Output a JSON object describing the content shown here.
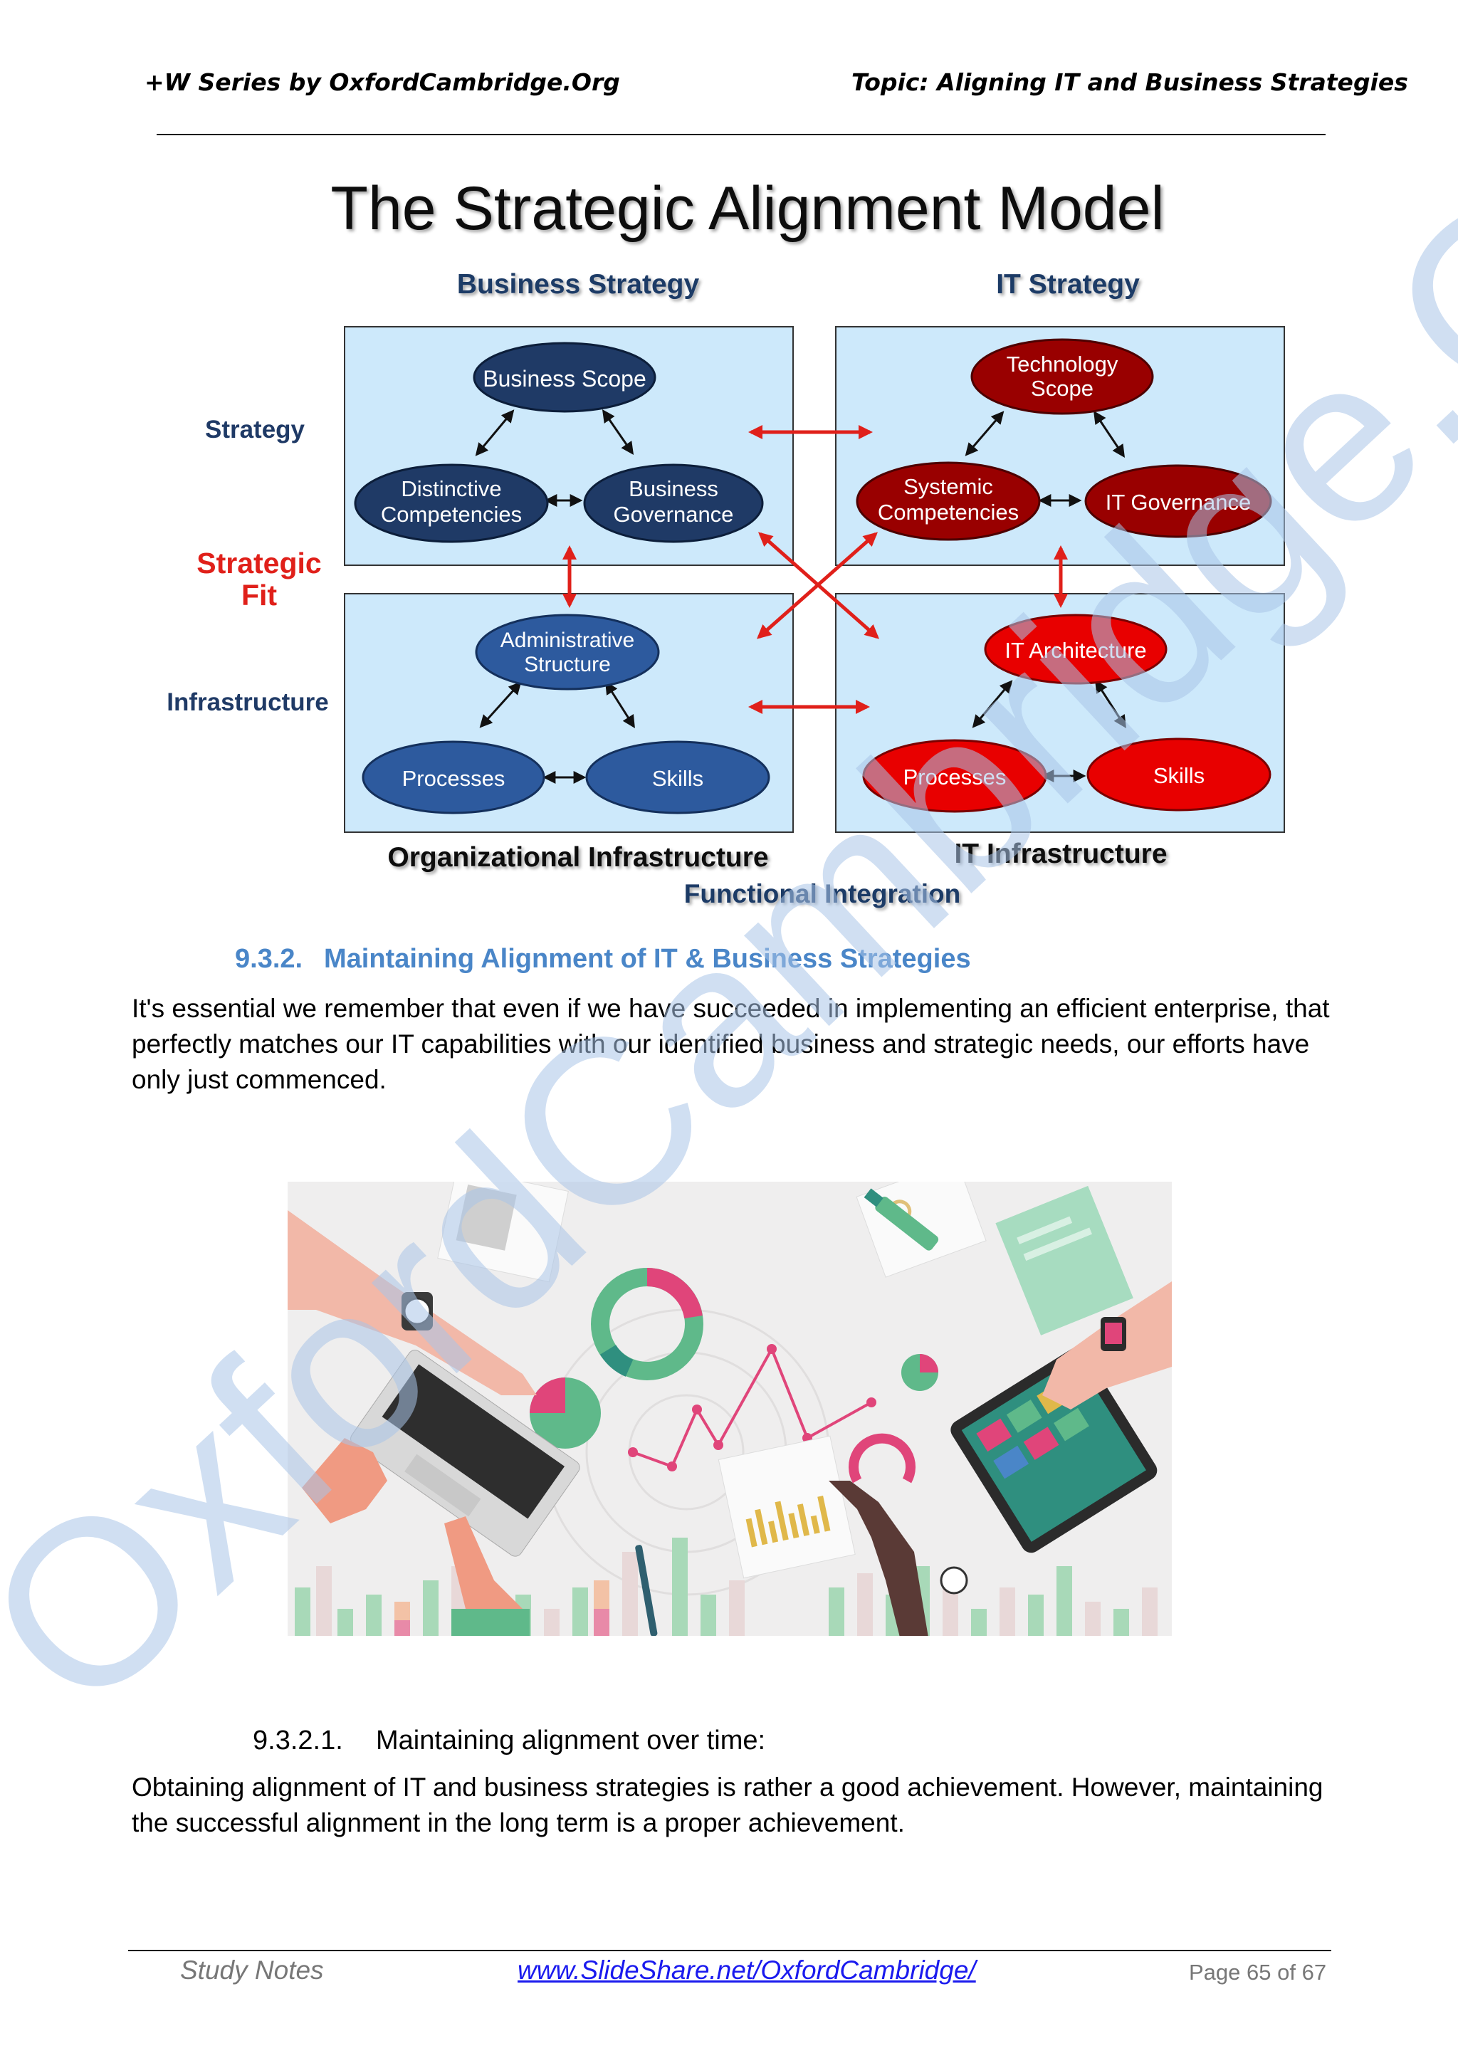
{
  "header": {
    "left": "+W Series by OxfordCambridge.Org",
    "right": "Topic: Aligning IT and Business Strategies"
  },
  "watermark": {
    "text": "OxfordCambridge.Org",
    "color": "#a9c4e8"
  },
  "model": {
    "title": "The Strategic Alignment Model",
    "col_business": "Business Strategy",
    "col_it": "IT Strategy",
    "row_strategy": "Strategy",
    "fit_line1": "Strategic",
    "fit_line2": "Fit",
    "row_infra": "Infrastructure",
    "bottom_org": "Organizational Infrastructure",
    "bottom_it": "IT Infrastructure",
    "functional": "Functional Integration",
    "biz_scope": "Business Scope",
    "distinctive_1": "Distinctive",
    "distinctive_2": "Competencies",
    "biz_gov_1": "Business",
    "biz_gov_2": "Governance",
    "tech_scope_1": "Technology",
    "tech_scope_2": "Scope",
    "systemic_1": "Systemic",
    "systemic_2": "Competencies",
    "it_gov": "IT Governance",
    "admin_1": "Administrative",
    "admin_2": "Structure",
    "org_processes": "Processes",
    "org_skills": "Skills",
    "it_arch": "IT Architecture",
    "it_processes": "Processes",
    "it_skills": "Skills",
    "colors": {
      "panel_fill": "#cde9fb",
      "dark_navy": "#1f3a66",
      "mid_blue": "#2d5a9e",
      "dark_red": "#990000",
      "bright_red": "#e80000",
      "arrow_red": "#e0201a"
    }
  },
  "section": {
    "number": "9.3.2.",
    "title": "Maintaining Alignment of IT & Business Strategies",
    "paragraph": "It's essential we remember that even if we have succeeded in implementing an efficient enterprise, that perfectly matches our IT capabilities with our identified business and strategic needs, our efforts have only just commenced."
  },
  "illustration": {
    "colors": {
      "pink": "#e0457a",
      "green": "#5fb98a",
      "teal": "#2f8f7f",
      "bg": "#efeeee"
    }
  },
  "subsection": {
    "number": "9.3.2.1.",
    "title": "Maintaining alignment over time:",
    "paragraph": "Obtaining alignment of IT and business strategies is rather a good achievement. However, maintaining the successful alignment in the long term is a proper achievement."
  },
  "footer": {
    "left": "Study Notes",
    "link": "www.SlideShare.net/OxfordCambridge/",
    "page": "Page 65 of 67"
  }
}
